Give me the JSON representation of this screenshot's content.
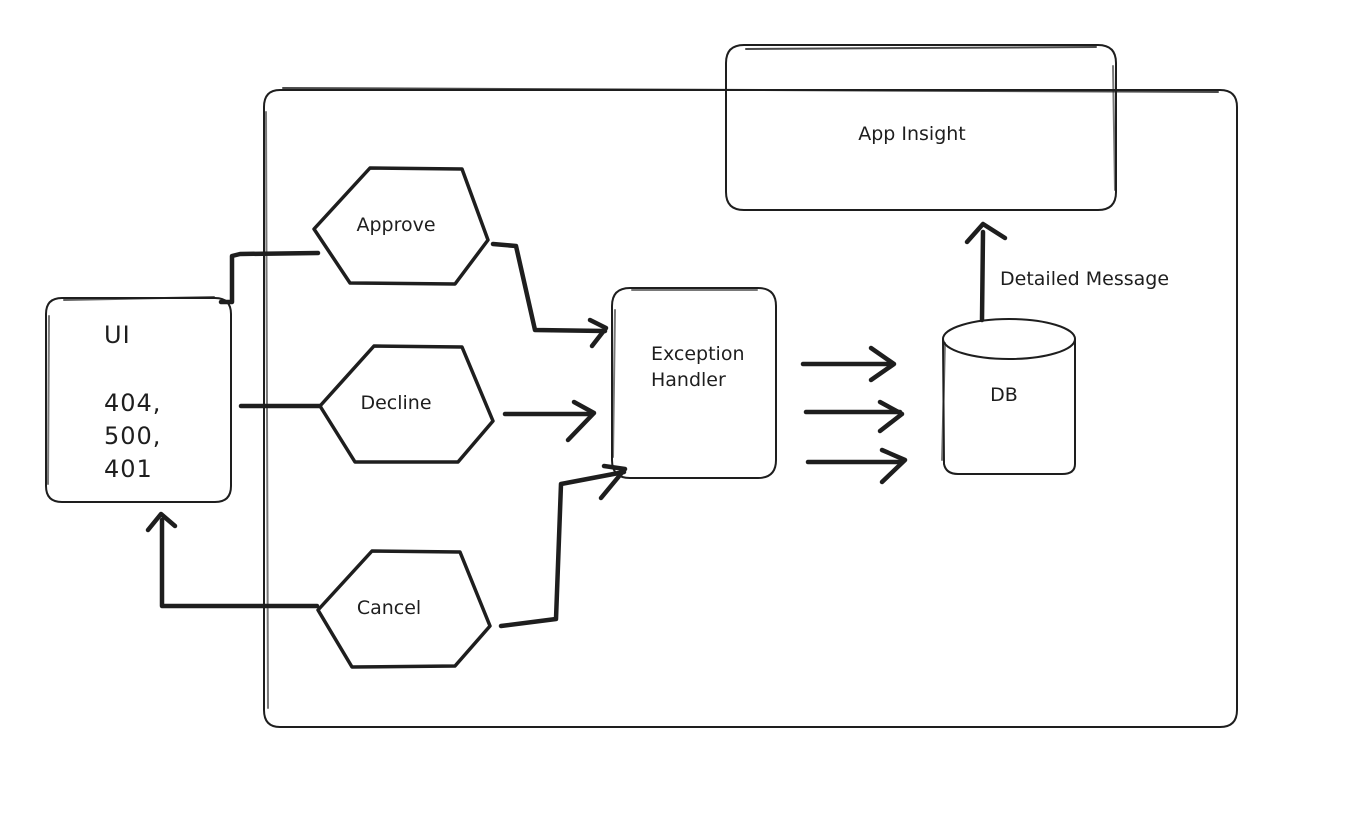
{
  "diagram": {
    "nodes": {
      "ui": {
        "lines": [
          "UI",
          "",
          "404,",
          "500,",
          "401"
        ]
      },
      "approve": {
        "label": "Approve"
      },
      "decline": {
        "label": "Decline"
      },
      "cancel": {
        "label": "Cancel"
      },
      "exception_handler": {
        "lines": [
          "Exception",
          "Handler"
        ]
      },
      "db": {
        "label": "DB"
      },
      "app_insight": {
        "label": "App Insight"
      }
    },
    "edges": {
      "db_to_app_insight": {
        "label": "Detailed Message"
      }
    },
    "stroke_color": "#1e1e1e",
    "background": "#ffffff"
  }
}
